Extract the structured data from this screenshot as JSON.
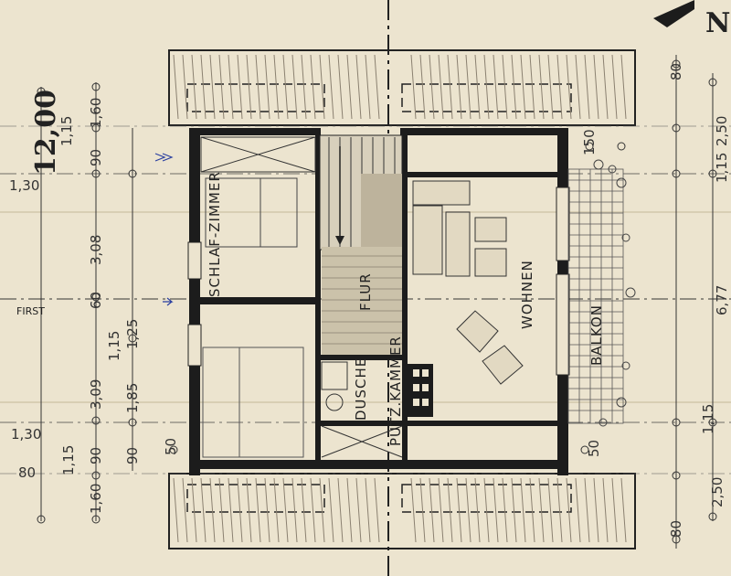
{
  "total_width": "12,00",
  "first_label": "FIRST",
  "rooms": {
    "schlafzimmer": "SCHLAF-ZIMMER",
    "flur": "FLUR",
    "wohnen": "WOHNEN",
    "balkon": "BALKON",
    "dusche": "DUSCHE",
    "putzkammer": "PUTZ.KAMMER"
  },
  "left_dims": {
    "d160_top": "1,60",
    "d115_top": "1,15",
    "d90_top": "90",
    "d130_top": "1,30",
    "d308": "3,08",
    "d60": "60",
    "d125": "1,25",
    "d115_mid": "1,15",
    "d309": "3,09",
    "d185": "1,85",
    "d90_a": "90",
    "d90_b": "90",
    "d130_bot": "1,30",
    "d80_bot": "80",
    "d115_bot": "1,15",
    "d160_bot": "1,60",
    "d50_left": "50"
  },
  "right_dims": {
    "d80_top": "80",
    "d250_top": "2,50",
    "d115_top": "1,15",
    "d150": "150",
    "d677": "6,77",
    "d115_bot": "1,15",
    "d250_bot": "2,50",
    "d80_bot": "80",
    "d50_right": "50"
  },
  "colors": {
    "paper": "#ece4cf",
    "ink": "#1c1c1c",
    "pen": "#2a3fa0"
  }
}
